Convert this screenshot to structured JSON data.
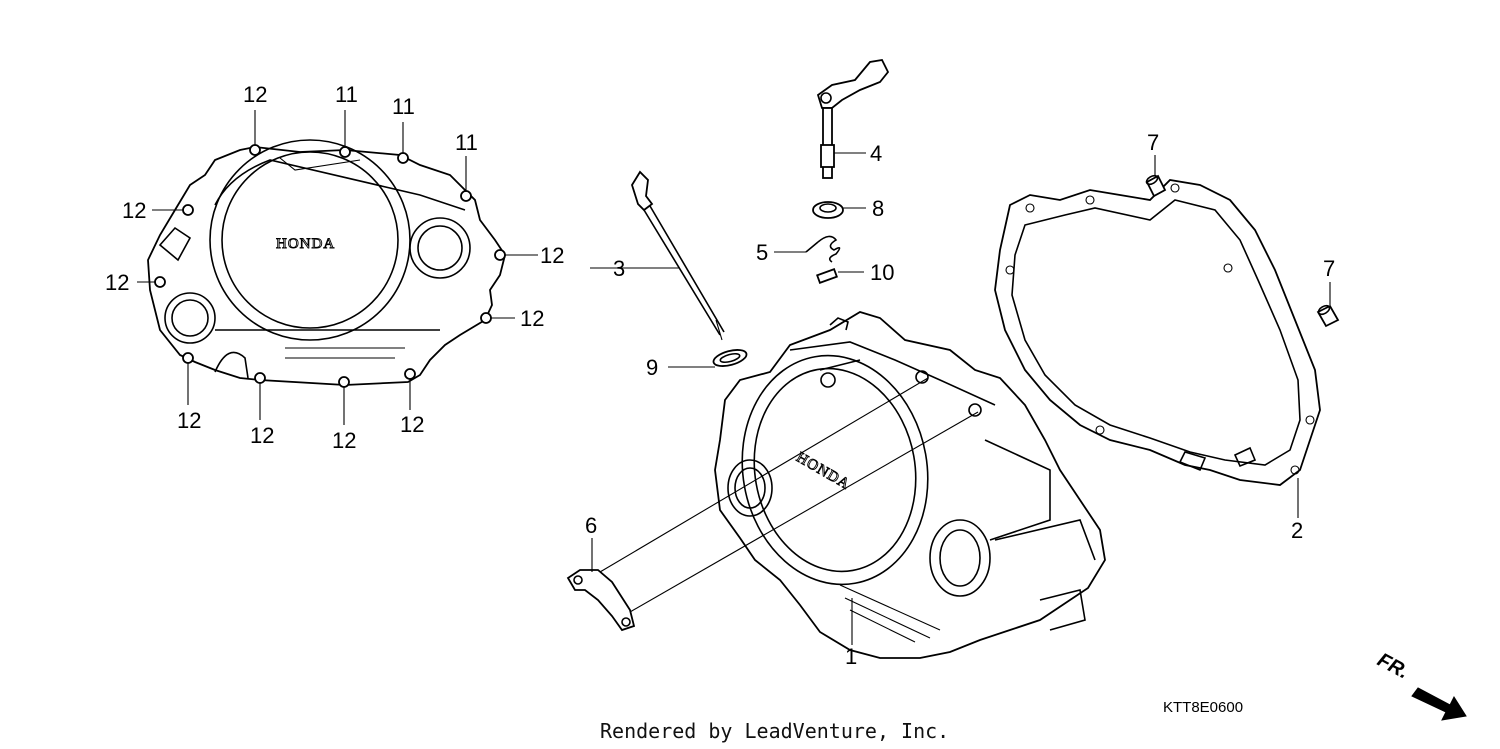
{
  "diagram": {
    "callouts": {
      "c1": "1",
      "c2": "2",
      "c3": "3",
      "c4": "4",
      "c5": "5",
      "c6": "6",
      "c7a": "7",
      "c7b": "7",
      "c8": "8",
      "c9": "9",
      "c10": "10",
      "c11a": "11",
      "c11b": "11",
      "c11c": "11",
      "c12a": "12",
      "c12b": "12",
      "c12c": "12",
      "c12d": "12",
      "c12e": "12",
      "c12f": "12",
      "c12g": "12",
      "c12h": "12",
      "c12i": "12"
    },
    "logo_left": "HONDA",
    "logo_right": "HONDA",
    "diagram_code": "KTT8E0600",
    "direction_label": "FR.",
    "credit": "Rendered by LeadVenture, Inc."
  },
  "colors": {
    "ink": "#000000",
    "background": "#ffffff"
  }
}
